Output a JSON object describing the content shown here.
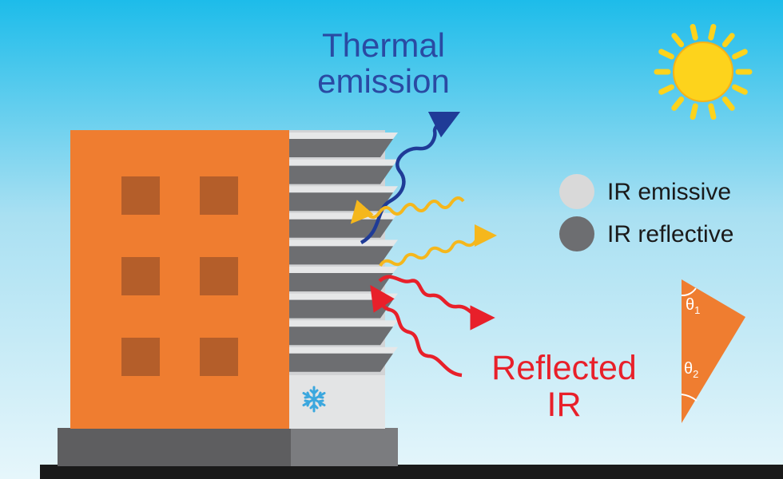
{
  "labels": {
    "thermal_line1": "Thermal",
    "thermal_line2": "emission",
    "reflected_line1": "Reflected",
    "reflected_line2": "IR"
  },
  "legend": [
    {
      "text": "IR emissive",
      "color": "#d9d9d9"
    },
    {
      "text": "IR reflective",
      "color": "#6d6e71"
    }
  ],
  "angles": {
    "theta1": "θ",
    "sub1": "1",
    "theta2": "θ",
    "sub2": "2"
  },
  "colors": {
    "sky_top": "#1dbcea",
    "sky_bottom": "#dff3f9",
    "building": "#ef7d30",
    "window": "#b45e2a",
    "base": "#5e5e60",
    "ground": "#1a1a1a",
    "emissive": "#d9d9d9",
    "reflective": "#6d6e71",
    "thermal_arrow": "#1f3b97",
    "solar_arrow": "#f5b71c",
    "reflected_arrow": "#e8202a",
    "sun": "#fdd31c",
    "snowflake": "#3ba7de"
  },
  "icons": [
    "sun-icon",
    "snowflake-icon"
  ]
}
